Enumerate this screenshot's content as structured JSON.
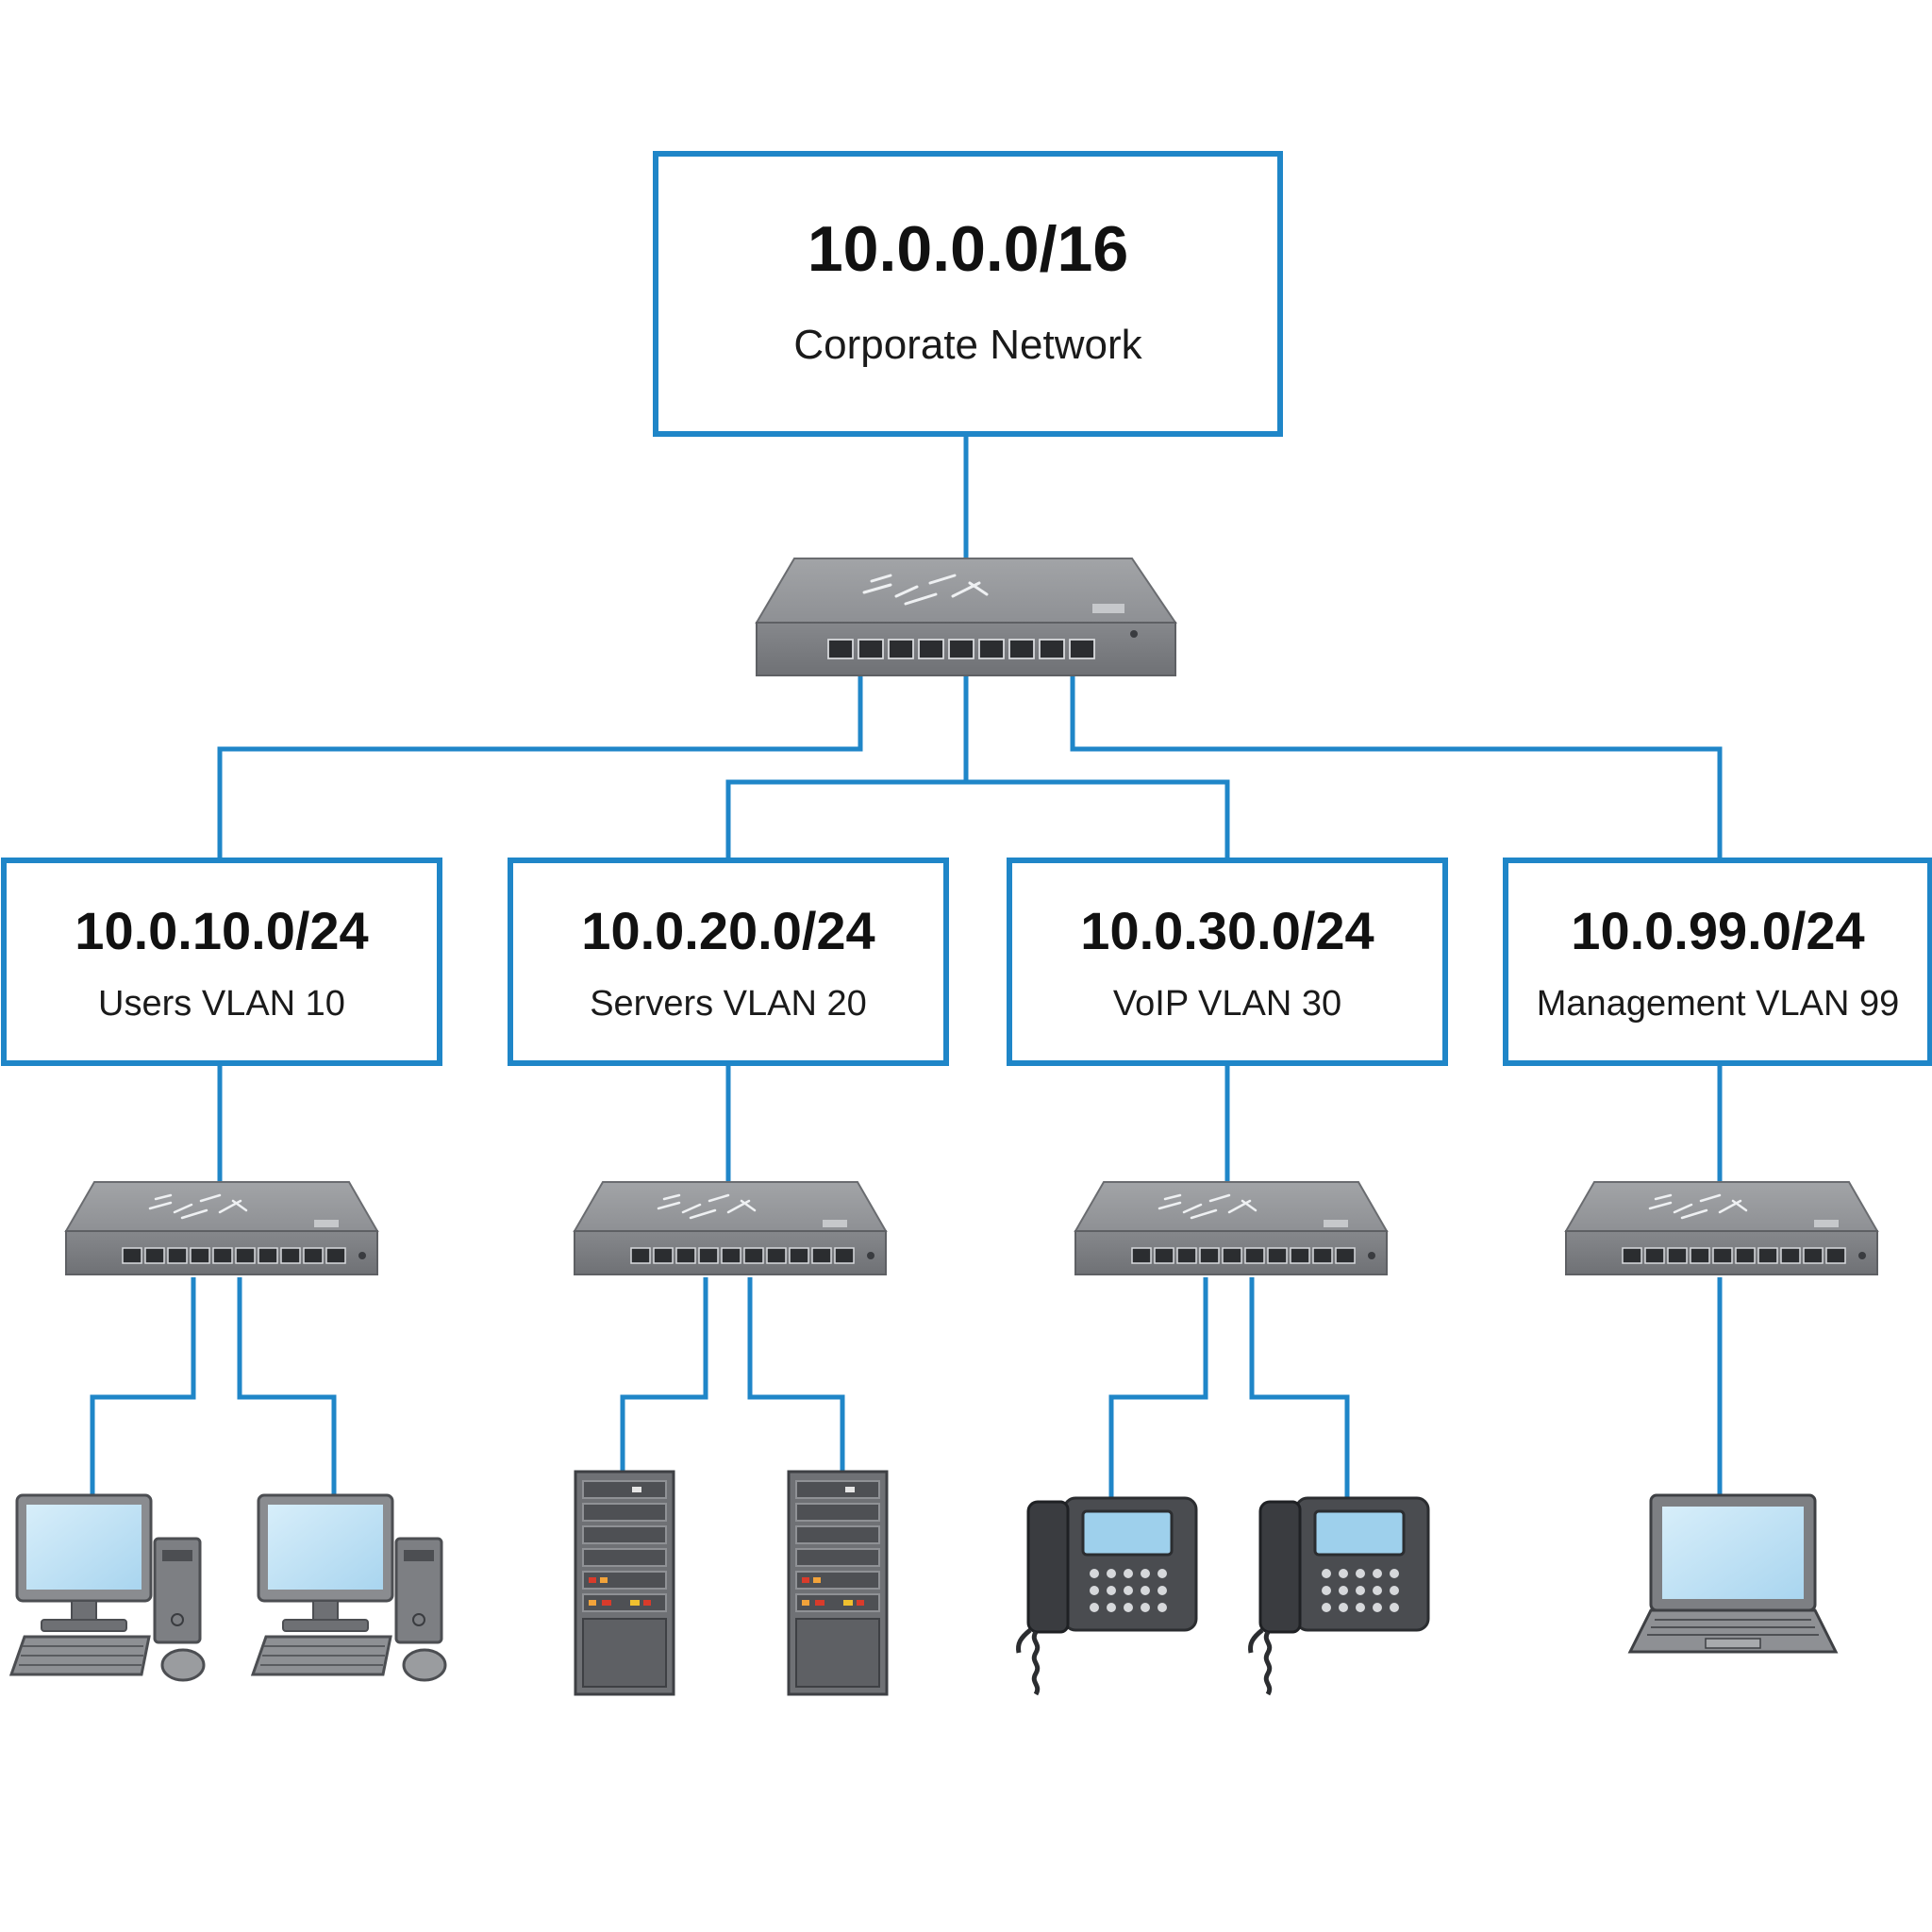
{
  "root": {
    "cidr": "10.0.0.0/16",
    "label": "Corporate Network"
  },
  "vlans": [
    {
      "cidr": "10.0.10.0/24",
      "label": "Users VLAN 10"
    },
    {
      "cidr": "10.0.20.0/24",
      "label": "Servers VLAN 20"
    },
    {
      "cidr": "10.0.30.0/24",
      "label": "VoIP VLAN 30"
    },
    {
      "cidr": "10.0.99.0/24",
      "label": "Management VLAN 99"
    }
  ],
  "colors": {
    "link": "#1f86c8",
    "device": "#7d7f82",
    "screen": "#bfe1f4"
  },
  "icons": [
    "core-switch-icon",
    "access-switch-icon",
    "desktop-computer-icon",
    "tower-server-icon",
    "ip-phone-icon",
    "laptop-icon"
  ]
}
